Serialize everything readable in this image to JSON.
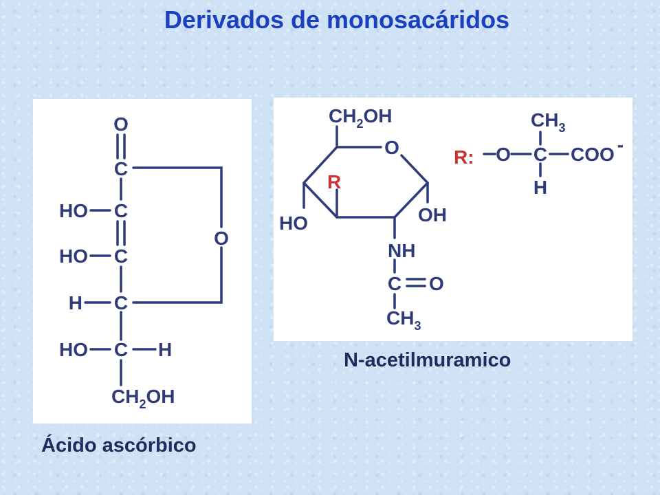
{
  "header": {
    "title": "Derivados de monosacáridos"
  },
  "left_structure": {
    "caption": "Ácido ascórbico",
    "atoms": {
      "o_top": "O",
      "c1": "C",
      "ho2": "HO",
      "c2": "C",
      "ho3": "HO",
      "c3": "C",
      "h4": "H",
      "c4": "C",
      "ho5": "HO",
      "c5": "C",
      "h5": "H",
      "ch2oh_c": "CH",
      "ch2oh_sub": "2",
      "ch2oh_oh": "OH",
      "o_ring": "O"
    }
  },
  "right_structure": {
    "caption": "N-acetilmuramico",
    "atoms": {
      "c6_ch": "CH",
      "c6_sub": "2",
      "c6_oh": "OH",
      "o_ring": "O",
      "r_label": "R",
      "ho": "HO",
      "oh": "OH",
      "nh": "NH",
      "c_acyl": "C",
      "o_acyl": "O",
      "ch3_c": "CH",
      "ch3_sub": "3"
    },
    "r_group": {
      "label": "R:",
      "o": "O",
      "c": "C",
      "ch3_c": "CH",
      "ch3_sub": "3",
      "coo": "COO",
      "charge": "-",
      "h": "H"
    }
  }
}
